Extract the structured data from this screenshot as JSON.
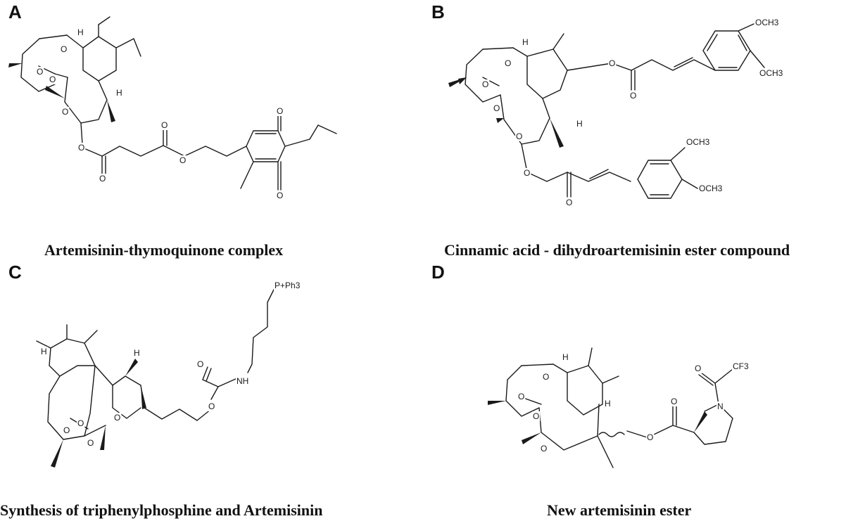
{
  "panels": [
    {
      "letter": "A",
      "caption": "Artemisinin-thymoquinone complex",
      "atoms": [
        "H",
        "O",
        "O",
        "O",
        "O",
        "H",
        "O",
        "O",
        "O",
        "O",
        "O",
        "O"
      ]
    },
    {
      "letter": "B",
      "caption": "Cinnamic acid - dihydroartemisinin ester compound",
      "atoms": [
        "H",
        "O",
        "O",
        "O",
        "H",
        "O",
        "O",
        "O",
        "O",
        "O",
        "OCH3",
        "OCH3",
        "OCH3",
        "OCH3"
      ]
    },
    {
      "letter": "C",
      "caption": "Synthesis of triphenylphosphine and Artemisinin",
      "atoms": [
        "P+Ph3",
        "NH",
        "O",
        "O",
        "H",
        "H",
        "O",
        "O",
        "O",
        "O"
      ]
    },
    {
      "letter": "D",
      "caption": "New artemisinin ester",
      "atoms": [
        "H",
        "O",
        "O",
        "O",
        "H",
        "O",
        "O",
        "O",
        "N",
        "O",
        "CF3"
      ]
    }
  ]
}
